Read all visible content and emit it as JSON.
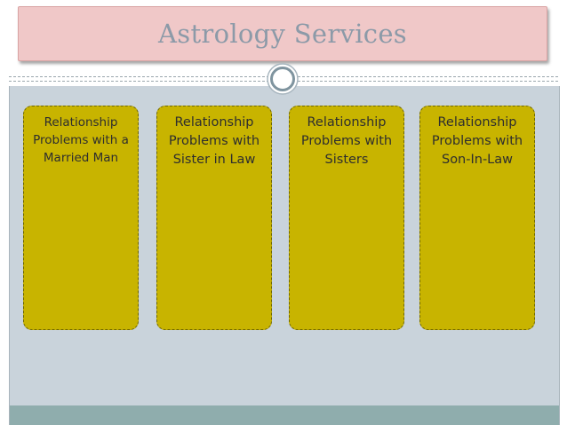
{
  "slide": {
    "title": "Astrology Services"
  },
  "cards": [
    {
      "label": "Relationship\nProblems with a\nMarried Man"
    },
    {
      "label": "Relationship\nProblems with\nSister in Law"
    },
    {
      "label": "Relationship\nProblems with\nSisters"
    },
    {
      "label": "Relationship\nProblems with\nSon-In-Law"
    }
  ],
  "colors": {
    "title_background": "#f0c8c8",
    "title_text": "#8c9aa8",
    "content_background": "#c9d3db",
    "card_fill": "#c8b400",
    "bottom_band": "#8fadad"
  }
}
